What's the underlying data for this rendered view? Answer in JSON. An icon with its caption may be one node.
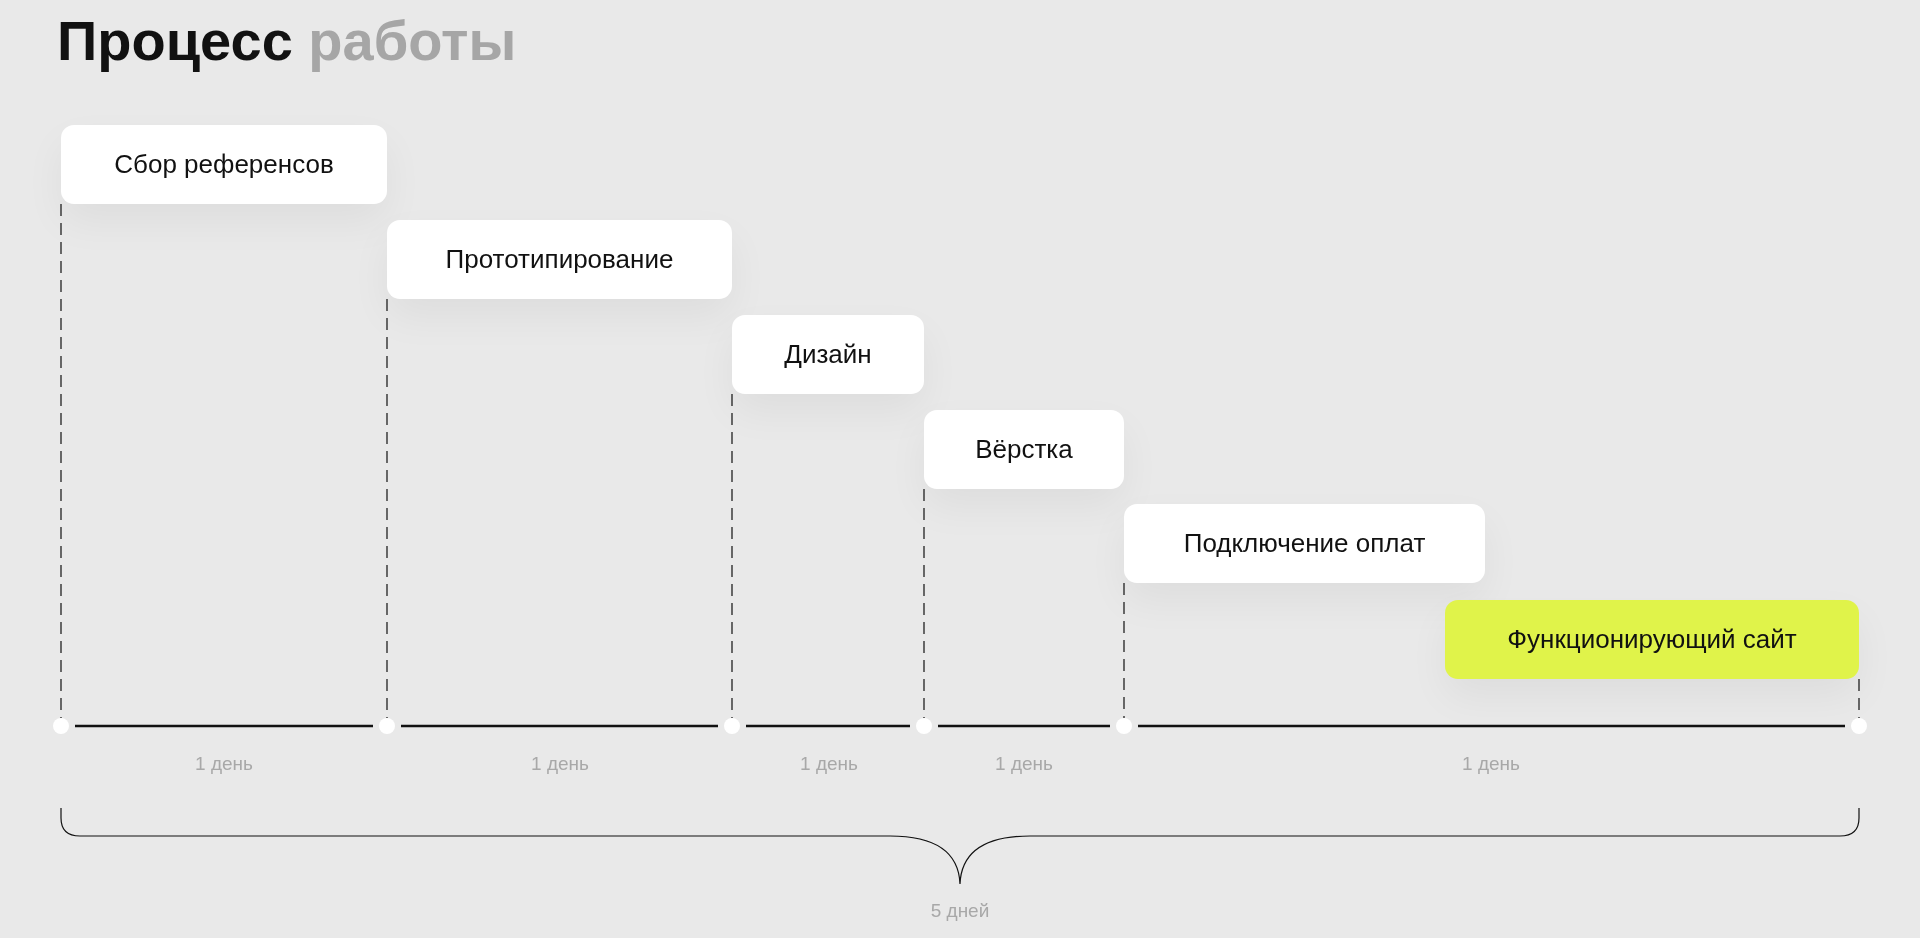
{
  "diagram": {
    "title": "Процесс работы",
    "nodes": [
      {
        "text": [
          "Сбор референсов"
        ]
      },
      {
        "text": [
          "Прототипирование"
        ]
      },
      {
        "text": [
          "Дизайн"
        ]
      },
      {
        "text": [
          "Вёрстка"
        ]
      },
      {
        "text": [
          "Подключение оплат"
        ]
      },
      {
        "text": [
          "Функционирующий сайт"
        ]
      },
      {
        "text": [],
        "shape": "circle"
      },
      {
        "text": [],
        "shape": "circle"
      },
      {
        "text": [],
        "shape": "circle"
      },
      {
        "text": [],
        "shape": "circle"
      },
      {
        "text": [],
        "shape": "circle"
      },
      {
        "text": [],
        "shape": "circle"
      }
    ],
    "edges": [
      {
        "from": 0,
        "to": 6,
        "arrow": "none",
        "style": "dashed"
      },
      {
        "from": 1,
        "to": 7,
        "arrow": "none",
        "style": "dashed"
      },
      {
        "from": 2,
        "to": 8,
        "arrow": "none",
        "style": "dashed"
      },
      {
        "from": 3,
        "to": 9,
        "arrow": "none",
        "style": "dashed"
      },
      {
        "from": 4,
        "to": 10,
        "arrow": "none",
        "style": "dashed"
      },
      {
        "from": 5,
        "to": 11,
        "arrow": "none",
        "style": "dashed"
      },
      {
        "from": 6,
        "to": 7,
        "arrow": "none"
      },
      {
        "from": 7,
        "to": 8,
        "arrow": "none"
      },
      {
        "from": 8,
        "to": 9,
        "arrow": "none"
      },
      {
        "from": 9,
        "to": 10,
        "arrow": "none"
      },
      {
        "from": 10,
        "to": 11,
        "arrow": "none"
      }
    ],
    "labels": [
      "1 день",
      "1 день",
      "1 день",
      "1 день",
      "1 день",
      "5 дней"
    ]
  }
}
